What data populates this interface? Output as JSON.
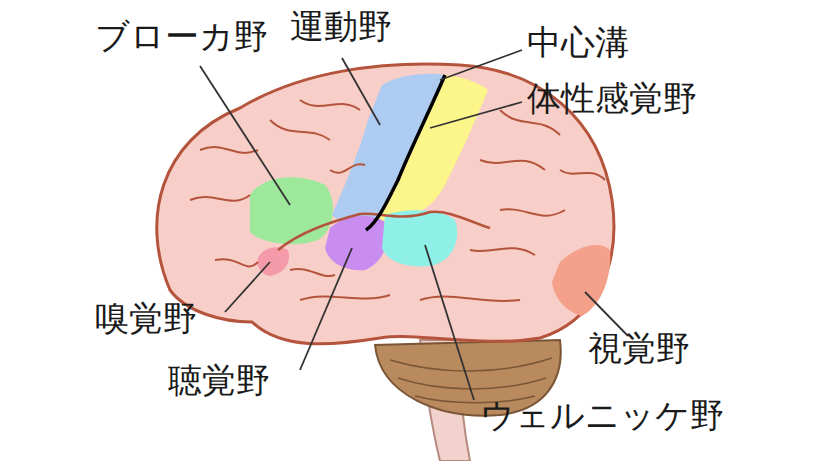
{
  "diagram": {
    "labels": [
      "ブローカ野",
      "運動野",
      "中心溝",
      "体性感覚野",
      "嗅覚野",
      "聴覚野",
      "視覚野",
      "ウェルニッケ野"
    ]
  }
}
